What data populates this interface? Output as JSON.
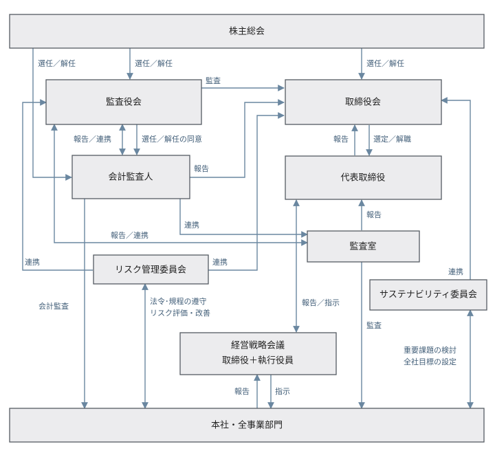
{
  "boxes": {
    "shareholders": "株主総会",
    "audit_board": "監査役会",
    "board": "取締役会",
    "accounting_auditor": "会計監査人",
    "representative": "代表取締役",
    "audit_office": "監査室",
    "risk_committee": "リスク管理委員会",
    "sustainability_committee": "サステナビリティ委員会",
    "management_meeting_line1": "経営戦略会議",
    "management_meeting_line2": "取締役＋執行役員",
    "head_office": "本社・全事業部門"
  },
  "labels": {
    "elect_dismiss_1": "選任／解任",
    "elect_dismiss_2": "選任／解任",
    "elect_dismiss_3": "選任／解任",
    "audit_top": "監査",
    "report_collab_1": "報告／連携",
    "consent": "選任／解任の同意",
    "report_1": "報告",
    "report_2": "報告",
    "select_dismiss": "選定／解職",
    "collab_1": "連携",
    "report_3": "報告",
    "report_collab_2": "報告／連携",
    "collab_2": "連携",
    "collab_3": "連携",
    "collab_4": "連携",
    "accounting_audit": "会計監査",
    "compliance_line1": "法令･規程の遵守",
    "compliance_line2": "リスク評価・改善",
    "report_instruct": "報告／指示",
    "audit_right": "監査",
    "issues_line1": "重要課題の検討",
    "issues_line2": "全社目標の設定",
    "report_4": "報告",
    "instruct": "指示"
  },
  "colors": {
    "box_fill": "#ececee",
    "box_border": "#545a62",
    "connector": "#6a87a0",
    "label_text": "#44607a"
  }
}
